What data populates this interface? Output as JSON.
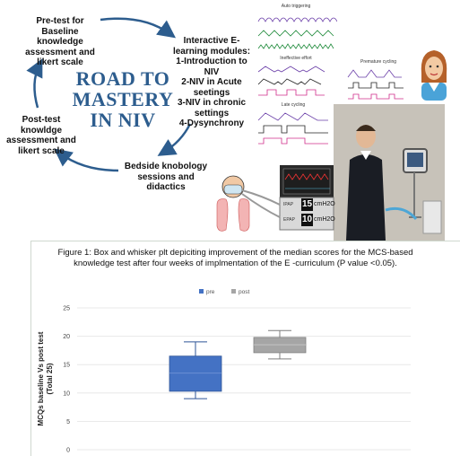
{
  "infographic": {
    "title_lines": [
      "ROAD TO",
      "MASTERY",
      "IN NIV"
    ],
    "steps": {
      "pretest": [
        "Pre-test for",
        "Baseline",
        "knowledge",
        "assessment and",
        "likert scale"
      ],
      "modules": [
        "Interactive E-",
        "learning modules:",
        "1-Introduction to",
        "NIV",
        "2-NIV in Acute",
        "seetings",
        "3-NIV in chronic",
        "settings",
        "4-Dysynchrony"
      ],
      "bedside": [
        "Bedside knobology",
        "sessions and",
        "didactics"
      ],
      "posttest": [
        "Post-test",
        "knowldge",
        "assessment and",
        "likert scale"
      ]
    },
    "waveforms": {
      "auto": "Auto triggering",
      "ineffective": "Ineffective effort",
      "premature": "Premature cycling",
      "late": "Late cycling"
    },
    "ventilator": {
      "ipap_label": "IPAP",
      "ipap_value": "15",
      "epap_label": "EPAP",
      "epap_value": "10",
      "unit": "cmH2O"
    },
    "colors": {
      "road": "#2d5d8e",
      "arrow": "#2d5d8e"
    }
  },
  "chart_data": {
    "type": "boxplot",
    "title": "Figure 1: Box and whisker plt depiciting improvement of the median scores for the MCS-based knowledge test after four weeks of implmentation of the E -curriculum (P value <0.05).",
    "ylabel": "MCQs baseline Vs post test (Total 25)",
    "ylim": [
      0,
      25
    ],
    "yticks": [
      "0",
      "5",
      "10",
      "15",
      "20",
      "25"
    ],
    "legend_position": "top",
    "series": [
      {
        "name": "pre",
        "color": "#4472c4",
        "min": 9,
        "q1": 10.3,
        "median": 13.5,
        "q3": 16.5,
        "max": 19
      },
      {
        "name": "post",
        "color": "#a5a5a5",
        "min": 16,
        "q1": 17.1,
        "median": 18.5,
        "q3": 19.8,
        "max": 21
      }
    ],
    "grid": true
  }
}
